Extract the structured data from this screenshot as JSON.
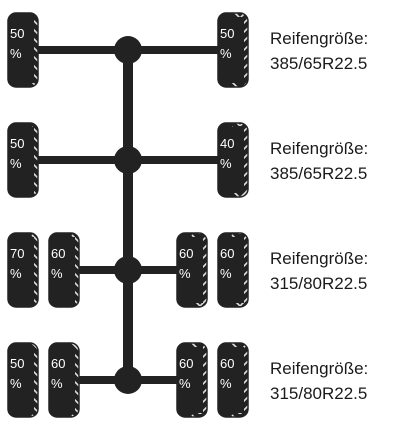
{
  "axles": [
    {
      "size_label": "Reifengröße:",
      "size_value": "385/65R22.5",
      "tires": [
        {
          "side": "left",
          "position": "outer",
          "pct": "50",
          "unit": "%"
        },
        {
          "side": "right",
          "position": "outer",
          "pct": "50",
          "unit": "%"
        }
      ]
    },
    {
      "size_label": "Reifengröße:",
      "size_value": "385/65R22.5",
      "tires": [
        {
          "side": "left",
          "position": "outer",
          "pct": "50",
          "unit": "%"
        },
        {
          "side": "right",
          "position": "outer",
          "pct": "40",
          "unit": "%"
        }
      ]
    },
    {
      "size_label": "Reifengröße:",
      "size_value": "315/80R22.5",
      "tires": [
        {
          "side": "left",
          "position": "outer",
          "pct": "70",
          "unit": "%"
        },
        {
          "side": "left",
          "position": "inner",
          "pct": "60",
          "unit": "%"
        },
        {
          "side": "right",
          "position": "inner",
          "pct": "60",
          "unit": "%"
        },
        {
          "side": "right",
          "position": "outer",
          "pct": "60",
          "unit": "%"
        }
      ]
    },
    {
      "size_label": "Reifengröße:",
      "size_value": "315/80R22.5",
      "tires": [
        {
          "side": "left",
          "position": "outer",
          "pct": "50",
          "unit": "%"
        },
        {
          "side": "left",
          "position": "inner",
          "pct": "60",
          "unit": "%"
        },
        {
          "side": "right",
          "position": "inner",
          "pct": "60",
          "unit": "%"
        },
        {
          "side": "right",
          "position": "outer",
          "pct": "60",
          "unit": "%"
        }
      ]
    }
  ],
  "colors": {
    "tire": "#222222",
    "frame": "#222222",
    "text_on_tire": "#ffffff"
  },
  "icons": {
    "tire": "tire-icon",
    "hub": "axle-hub-icon"
  }
}
